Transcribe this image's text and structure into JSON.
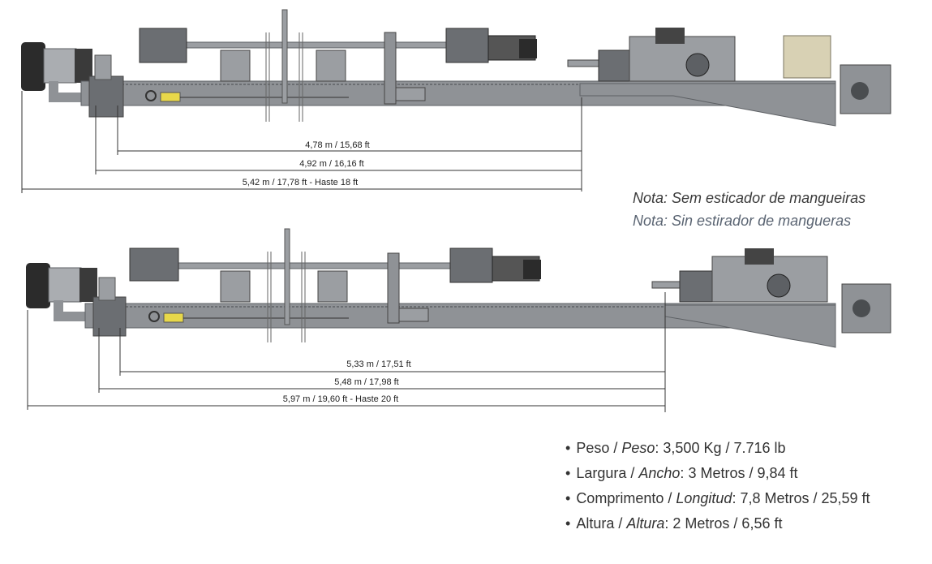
{
  "drawings": [
    {
      "dimensions": [
        {
          "label": "4,78 m / 15,68 ft"
        },
        {
          "label": "4,92 m / 16,16 ft"
        },
        {
          "label": "5,42 m / 17,78 ft - Haste 18 ft"
        }
      ]
    },
    {
      "dimensions": [
        {
          "label": "5,33 m / 17,51 ft"
        },
        {
          "label": "5,48 m / 17,98 ft"
        },
        {
          "label": "5,97 m / 19,60 ft - Haste 20 ft"
        }
      ]
    }
  ],
  "notes": {
    "pt": "Nota: Sem esticador de mangueiras",
    "es": "Nota: Sin estirador de mangueras"
  },
  "specs": [
    {
      "pt": "Peso",
      "es": "Peso",
      "value": "3,500 Kg / 7.716 lb"
    },
    {
      "pt": "Largura",
      "es": "Ancho",
      "value": "3 Metros / 9,84 ft"
    },
    {
      "pt": "Comprimento",
      "es": "Longitud",
      "value": "7,8 Metros / 25,59 ft"
    },
    {
      "pt": "Altura",
      "es": "Altura",
      "value": "2 Metros / 6,56 ft"
    }
  ],
  "colors": {
    "frame": "#8f9296",
    "frame_dark": "#5d6064",
    "motor": "#2b2b2b",
    "accent_yellow": "#e8d84a",
    "dimension_line": "#333333",
    "cream": "#d8d1b4"
  }
}
